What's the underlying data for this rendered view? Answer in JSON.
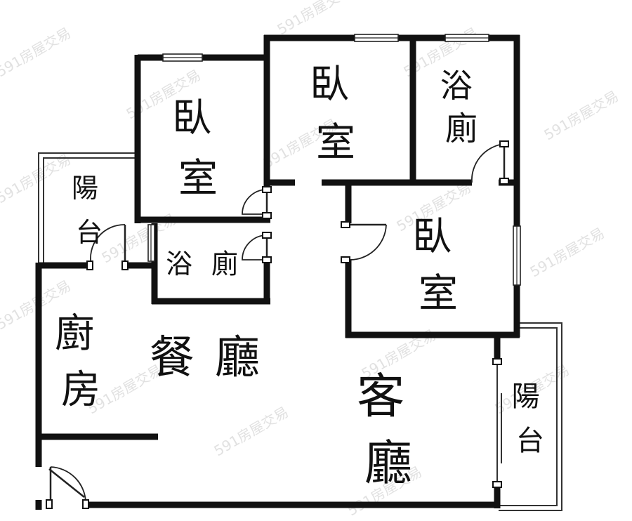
{
  "rooms": [
    {
      "id": "bedroom-1",
      "label": "臥室"
    },
    {
      "id": "bedroom-2",
      "label": "臥室"
    },
    {
      "id": "bathroom-1",
      "label": "浴廁"
    },
    {
      "id": "bedroom-3",
      "label": "臥室"
    },
    {
      "id": "balcony-1",
      "label": "陽台"
    },
    {
      "id": "bathroom-2",
      "label": "浴廁"
    },
    {
      "id": "kitchen",
      "label": "廚房"
    },
    {
      "id": "dining",
      "label": "餐廳"
    },
    {
      "id": "living",
      "label": "客廳"
    },
    {
      "id": "balcony-2",
      "label": "陽台"
    }
  ],
  "watermark": "591房屋交易"
}
